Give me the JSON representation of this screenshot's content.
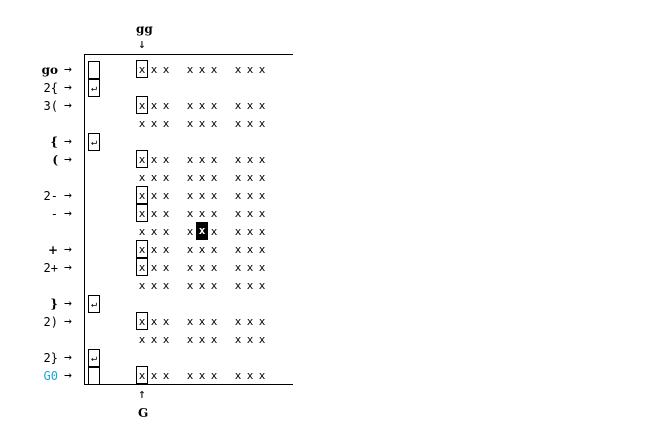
{
  "diagram": {
    "top_marker": {
      "label": "gg",
      "arrow": "↓"
    },
    "bottom_marker": {
      "label": "G",
      "arrow": "↑"
    },
    "row_arrow": "→",
    "newline_glyph": "↵",
    "cell_char": "x",
    "colors": {
      "cyan_label": "#1aa7d6",
      "highlight_bg": "#000000",
      "highlight_fg": "#ffffff"
    },
    "rows": [
      {
        "label": "go",
        "style": "bold",
        "linebox": "empty",
        "cells": true,
        "boxed_first": true
      },
      {
        "label": "2{",
        "style": "normal",
        "linebox": "newline",
        "cells": false
      },
      {
        "label": "3(",
        "style": "normal",
        "linebox": "none",
        "cells": true,
        "boxed_first": true
      },
      {
        "label": "",
        "style": "normal",
        "linebox": "none",
        "cells": true,
        "boxed_first": false
      },
      {
        "label": "{",
        "style": "bold",
        "linebox": "newline",
        "cells": false
      },
      {
        "label": "(",
        "style": "bold",
        "linebox": "none",
        "cells": true,
        "boxed_first": true
      },
      {
        "label": "",
        "style": "normal",
        "linebox": "none",
        "cells": true,
        "boxed_first": false
      },
      {
        "label": "2-",
        "style": "normal",
        "linebox": "none",
        "cells": true,
        "boxed_first": true
      },
      {
        "label": "-",
        "style": "normal",
        "linebox": "none",
        "cells": true,
        "boxed_first": true
      },
      {
        "label": "",
        "style": "normal",
        "linebox": "none",
        "cells": true,
        "boxed_first": false,
        "highlight_index": 4
      },
      {
        "label": "+",
        "style": "bold",
        "linebox": "none",
        "cells": true,
        "boxed_first": true
      },
      {
        "label": "2+",
        "style": "normal",
        "linebox": "none",
        "cells": true,
        "boxed_first": true
      },
      {
        "label": "",
        "style": "normal",
        "linebox": "none",
        "cells": true,
        "boxed_first": false
      },
      {
        "label": "}",
        "style": "bold",
        "linebox": "newline",
        "cells": false
      },
      {
        "label": "2)",
        "style": "normal",
        "linebox": "none",
        "cells": true,
        "boxed_first": true
      },
      {
        "label": "",
        "style": "normal",
        "linebox": "none",
        "cells": true,
        "boxed_first": false
      },
      {
        "label": "2}",
        "style": "normal",
        "linebox": "newline",
        "cells": false
      },
      {
        "label": "G0",
        "style": "cyan",
        "linebox": "empty",
        "cells": true,
        "boxed_first": true
      }
    ]
  }
}
